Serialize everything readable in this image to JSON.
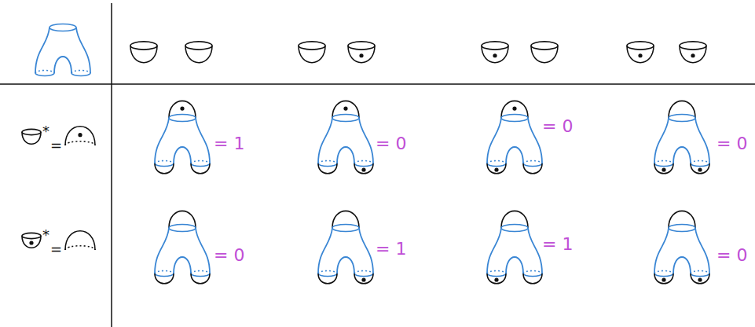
{
  "diagram": {
    "labels": [
      "*",
      "=",
      "= 1",
      "= 0",
      "= 0",
      "= 0",
      "*",
      "=",
      "= 0",
      "= 1",
      "= 1",
      "= 0"
    ]
  }
}
